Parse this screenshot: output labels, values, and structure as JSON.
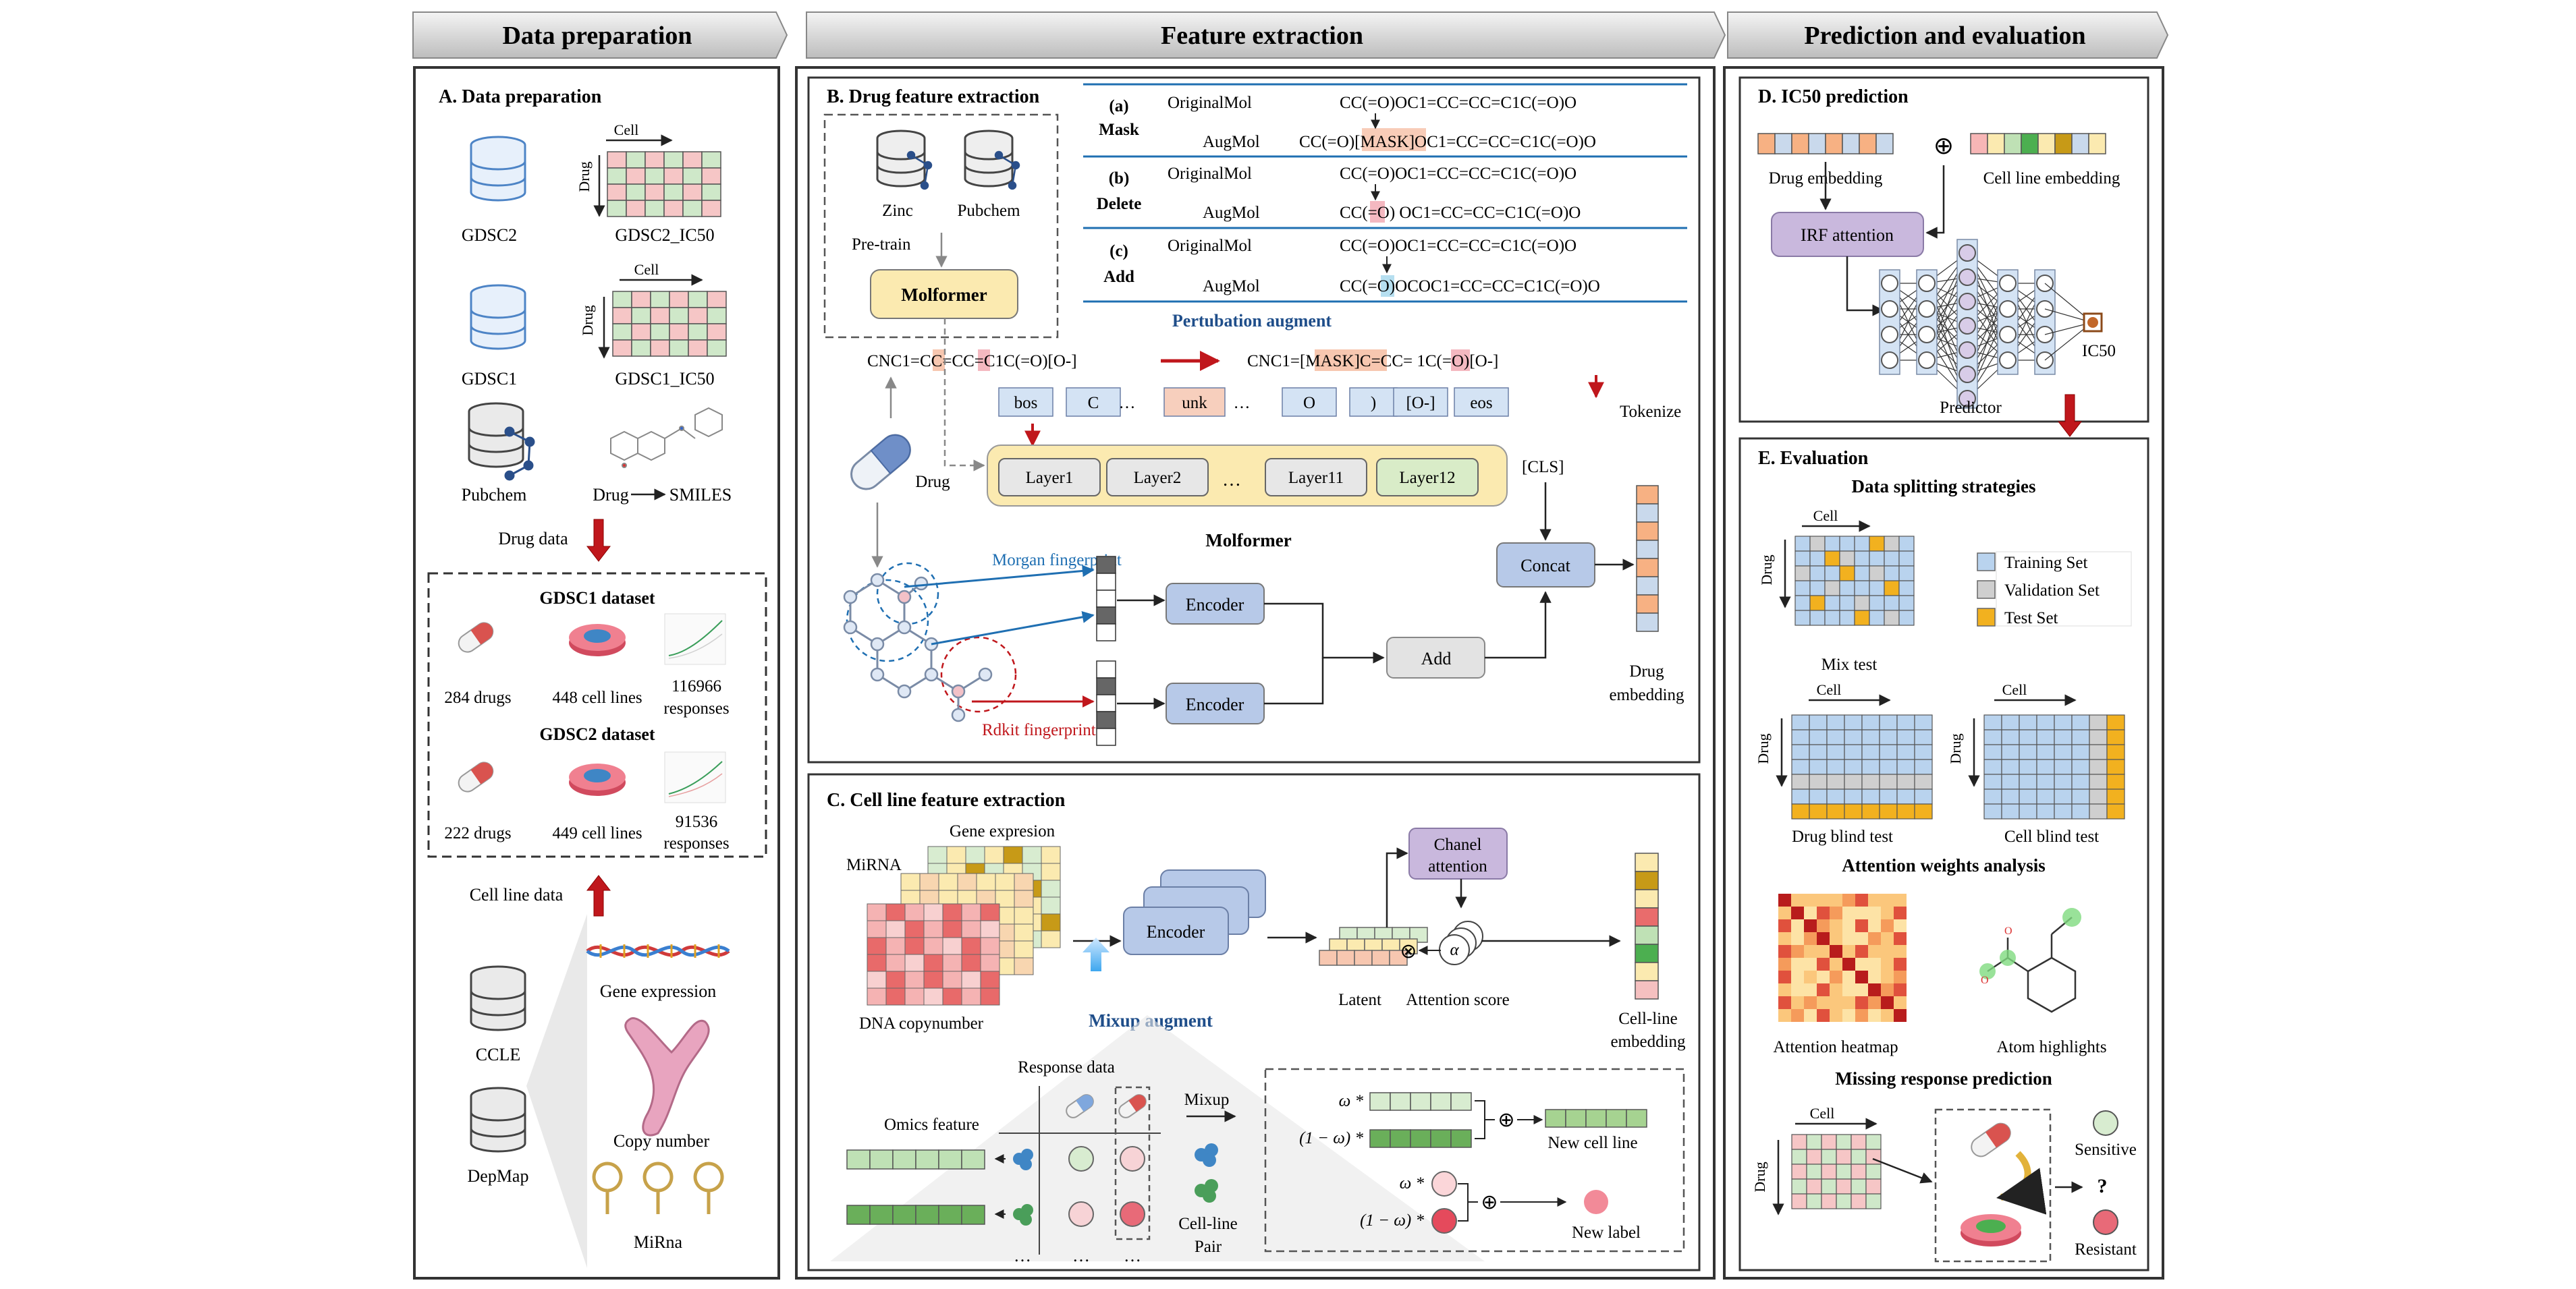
{
  "headers": {
    "data_preparation": "Data preparation",
    "feature_extraction": "Feature extraction",
    "prediction_evaluation": "Prediction and evaluation"
  },
  "panel_a": {
    "title": "A. Data preparation",
    "cell_label": "Cell",
    "drug_label": "Drug",
    "gdsc2": "GDSC2",
    "gdsc2_ic50": "GDSC2_IC50",
    "gdsc1": "GDSC1",
    "gdsc1_ic50": "GDSC1_IC50",
    "pubchem": "Pubchem",
    "drug": "Drug",
    "smiles": "SMILES",
    "drug_data": "Drug data",
    "gdsc1_dataset": "GDSC1 dataset",
    "gdsc1_drugs": "284 drugs",
    "gdsc1_cells": "448 cell lines",
    "gdsc1_resp_count": "116966",
    "gdsc2_dataset": "GDSC2 dataset",
    "gdsc2_drugs": "222 drugs",
    "gdsc2_cells": "449 cell lines",
    "gdsc2_resp_count": "91536",
    "responses": "responses",
    "cell_line_data": "Cell line data",
    "ccle": "CCLE",
    "depmap": "DepMap",
    "gene_expression": "Gene expression",
    "copy_number": "Copy number",
    "mirna": "MiRna"
  },
  "panel_b": {
    "title": "B. Drug feature extraction",
    "zinc": "Zinc",
    "pubchem": "Pubchem",
    "pretrain": "Pre-train",
    "molformer": "Molformer",
    "mask_tag": "(a)",
    "mask": "Mask",
    "delete_tag": "(b)",
    "delete": "Delete",
    "add_tag": "(c)",
    "add": "Add",
    "original_mol": "OriginalMol",
    "aug_mol": "AugMol",
    "smiles_orig": "CC(=O)OC1=CC=CC=C1C(=O)O",
    "smiles_mask": "CC(=O)[MASK]OC1=CC=CC=C1C(=O)O",
    "smiles_delete": "CC(=O) OC1=CC=CC=C1C(=O)O",
    "smiles_add": "CC(=O)OCOC1=CC=CC=C1C(=O)O",
    "perturbation": "Pertubation augment",
    "input_smiles": "CNC1=CC=CC=C1C(=O)[O-]",
    "masked_smiles": "CNC1=[MASK]C=CC=   1C(=O)[O-]",
    "tokens": [
      "bos",
      "C",
      "…",
      "unk",
      "…",
      "O",
      ")",
      "[O-]",
      "eos"
    ],
    "tokenize": "Tokenize",
    "drug": "Drug",
    "layers": [
      "Layer1",
      "Layer2",
      "…",
      "Layer11",
      "Layer12"
    ],
    "cls": "[CLS]",
    "molformer_label": "Molformer",
    "morgan": "Morgan fingerprint",
    "rdkit": "Rdkit fingerprint",
    "encoder": "Encoder",
    "add_op": "Add",
    "concat": "Concat",
    "drug_embedding": "Drug embedding"
  },
  "panel_c": {
    "title": "C. Cell line feature extraction",
    "gene_expression": "Gene expresion",
    "mirna": "MiRNA",
    "dna_copy": "DNA copynumber",
    "encoder": "Encoder",
    "mixup_augment": "Mixup augment",
    "latent": "Latent",
    "channel_attention": "Chanel attention",
    "alpha": "α",
    "attention_score": "Attention score",
    "cell_line_embedding": "Cell-line embedding",
    "response_data": "Response data",
    "omics_feature": "Omics feature",
    "mixup": "Mixup",
    "cell_line_pair": "Cell-line Pair",
    "omega": "ω *",
    "one_minus_omega": "(1 − ω) *",
    "new_cell_line": "New cell line",
    "new_label": "New label",
    "dots": "…"
  },
  "panel_d": {
    "title": "D. IC50 prediction",
    "drug_embedding": "Drug embedding",
    "cell_line_embedding": "Cell line embedding",
    "irf_attention": "IRF attention",
    "ic50": "IC50",
    "predictor": "Predictor"
  },
  "panel_e": {
    "title": "E. Evaluation",
    "splitting": "Data splitting strategies",
    "cell": "Cell",
    "drug": "Drug",
    "training_set": "Training Set",
    "validation_set": "Validation Set",
    "test_set": "Test Set",
    "mix_test": "Mix test",
    "drug_blind": "Drug blind test",
    "cell_blind": "Cell blind test",
    "attention_analysis": "Attention weights analysis",
    "attention_heatmap": "Attention heatmap",
    "atom_highlights": "Atom highlights",
    "missing_response": "Missing response prediction",
    "sensitive": "Sensitive",
    "question": "?",
    "resistant": "Resistant"
  },
  "colors": {
    "red_accent": "#b22222",
    "blue_accent": "#1f6fb2",
    "train": "#b9d3ee",
    "validation": "#cfcfcf",
    "test": "#f2b11f",
    "purple_box": "#c9b8dd",
    "encoder_box": "#b7c9e8",
    "yellow_box": "#fbeab0"
  }
}
